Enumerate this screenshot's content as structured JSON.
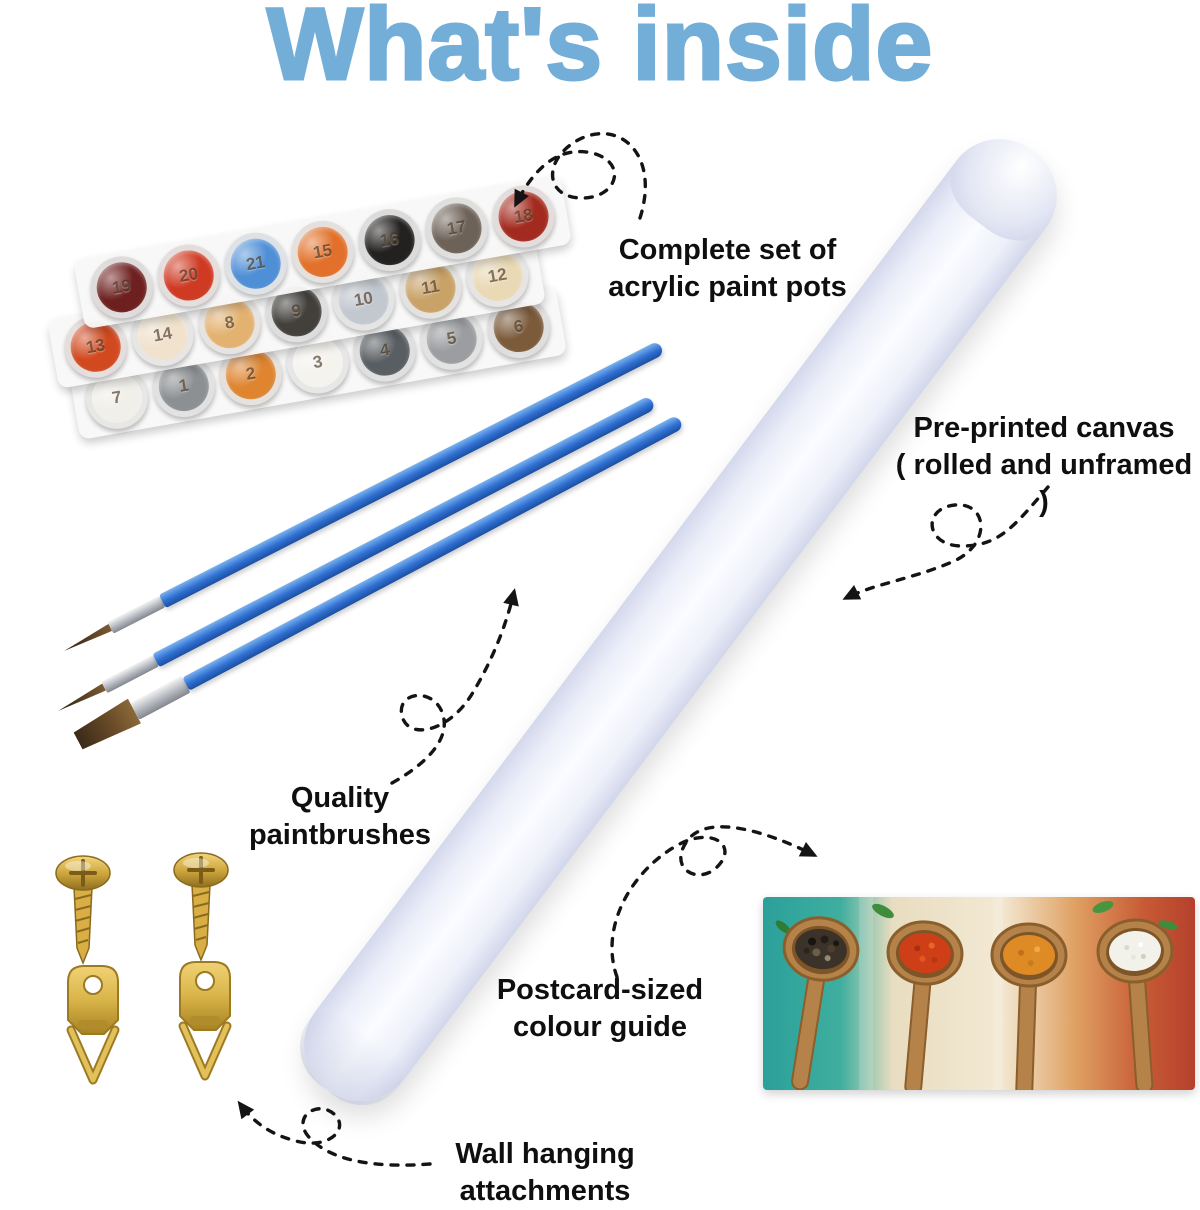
{
  "title": "What's inside",
  "colors": {
    "title": "#72aed8",
    "label": "#0f0f0f",
    "arrow": "#141414",
    "brush_handle": "#2f6fd2",
    "canvas": "#eef0fa",
    "gold": "#d9b44a"
  },
  "labels": {
    "paints": {
      "line1": "Complete set of",
      "line2": "acrylic paint pots"
    },
    "canvas": {
      "line1": "Pre-printed canvas",
      "line2": "( rolled and unframed )"
    },
    "brushes": {
      "line1": "Quality",
      "line2": "paintbrushes"
    },
    "guide": {
      "line1": "Postcard-sized",
      "line2": "colour guide"
    },
    "hanging": {
      "line1": "Wall hanging",
      "line2": "attachments"
    }
  },
  "paint_pots": {
    "rows": [
      [
        {
          "num": "19",
          "color": "#6e2020"
        },
        {
          "num": "20",
          "color": "#cf3a23"
        },
        {
          "num": "21",
          "color": "#4f8fd6"
        },
        {
          "num": "15",
          "color": "#e2702a"
        },
        {
          "num": "16",
          "color": "#23211f"
        },
        {
          "num": "17",
          "color": "#6d6258"
        },
        {
          "num": "18",
          "color": "#a32a1e"
        }
      ],
      [
        {
          "num": "13",
          "color": "#d2491f"
        },
        {
          "num": "14",
          "color": "#f0e2cd"
        },
        {
          "num": "8",
          "color": "#e3b271"
        },
        {
          "num": "9",
          "color": "#43403c"
        },
        {
          "num": "10",
          "color": "#c2c8cf"
        },
        {
          "num": "11",
          "color": "#c9a268"
        },
        {
          "num": "12",
          "color": "#ead9b5"
        }
      ],
      [
        {
          "num": "7",
          "color": "#f1efe9"
        },
        {
          "num": "1",
          "color": "#8d9093"
        },
        {
          "num": "2",
          "color": "#df8530"
        },
        {
          "num": "3",
          "color": "#f5f3ee"
        },
        {
          "num": "4",
          "color": "#595e62"
        },
        {
          "num": "5",
          "color": "#9b9da0"
        },
        {
          "num": "6",
          "color": "#7c5b3b"
        }
      ]
    ]
  },
  "guide_spoons": [
    {
      "name": "peppercorns",
      "color": "#3b332a"
    },
    {
      "name": "red-spice",
      "color": "#cf3f17"
    },
    {
      "name": "orange-spice",
      "color": "#df8b25"
    },
    {
      "name": "salt",
      "color": "#f2f1ea"
    }
  ]
}
